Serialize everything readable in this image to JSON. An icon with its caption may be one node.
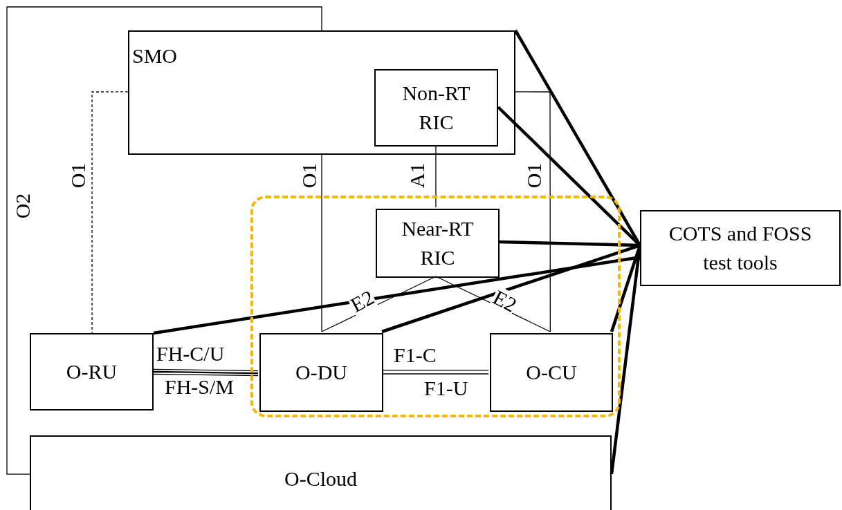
{
  "diagram": {
    "nodes": [
      {
        "text": [
          "SMO"
        ]
      },
      {
        "text": [
          "Non-RT RIC"
        ],
        "in": 0
      },
      {
        "text": [],
        "shape": "box"
      },
      {
        "text": [
          "Near-RT RIC"
        ],
        "in": 2
      },
      {
        "text": [
          "COTS and FOSS test tools"
        ]
      },
      {
        "text": [
          "O-RU"
        ]
      },
      {
        "text": [
          "O-DU"
        ],
        "in": 2
      },
      {
        "text": [
          "O-CU"
        ],
        "in": 2
      },
      {
        "text": [
          "O-Cloud"
        ]
      }
    ],
    "edges": [
      {
        "from": 0,
        "to": 8,
        "arrow": "none",
        "label": "O2"
      },
      {
        "from": 0,
        "to": 5,
        "arrow": "none",
        "label": "O1",
        "style": "dashed"
      },
      {
        "from": 0,
        "to": 6,
        "arrow": "none",
        "label": "O1"
      },
      {
        "from": 1,
        "to": 3,
        "arrow": "none",
        "label": "A1"
      },
      {
        "from": 0,
        "to": 7,
        "arrow": "none",
        "label": "O1"
      },
      {
        "from": 3,
        "to": 6,
        "arrow": "none",
        "label": "E2"
      },
      {
        "from": 3,
        "to": 7,
        "arrow": "none",
        "label": "E2"
      },
      {
        "from": 5,
        "to": 6,
        "arrow": "none",
        "label": "FH-C/U"
      },
      {
        "from": 5,
        "to": 6,
        "arrow": "none",
        "label": "FH-S/M"
      },
      {
        "from": 6,
        "to": 7,
        "arrow": "none",
        "label": "F1-C"
      },
      {
        "from": 6,
        "to": 7,
        "arrow": "none",
        "label": "F1-U"
      },
      {
        "from": 4,
        "to": 0,
        "arrow": "none",
        "style": "thick"
      },
      {
        "from": 4,
        "to": 1,
        "arrow": "none",
        "style": "thick"
      },
      {
        "from": 4,
        "to": 3,
        "arrow": "none",
        "style": "thick"
      },
      {
        "from": 4,
        "to": 5,
        "arrow": "none",
        "style": "thick"
      },
      {
        "from": 4,
        "to": 6,
        "arrow": "none",
        "style": "thick"
      },
      {
        "from": 4,
        "to": 7,
        "arrow": "none",
        "style": "thick"
      },
      {
        "from": 4,
        "to": 8,
        "arrow": "none",
        "style": "thick"
      }
    ]
  }
}
